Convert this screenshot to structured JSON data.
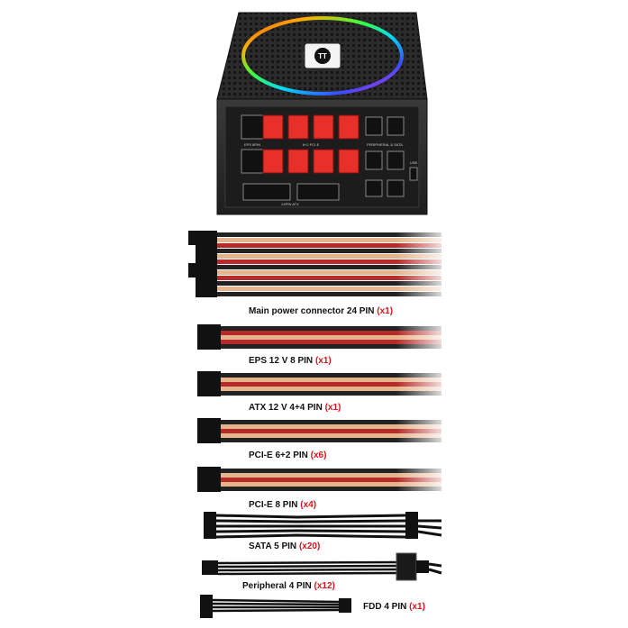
{
  "colors": {
    "accent": "#d8141a",
    "psu_body": "#2a2a2a",
    "connector_red": "#e8302a",
    "wire_dark": "#222222",
    "wire_red": "#b72a2a",
    "wire_tan": "#e6b48c"
  },
  "psu": {
    "logo": "TT",
    "panel_labels": [
      "EPS 8PIN",
      "6+2 PCI-E",
      "PERIPHERAL & SATA",
      "24PIN ATX",
      "USB"
    ]
  },
  "cables": [
    {
      "name": "Main power connector 24 PIN",
      "qty": "(x1)"
    },
    {
      "name": "EPS 12 V 8 PIN",
      "qty": "(x1)"
    },
    {
      "name": "ATX 12 V 4+4 PIN",
      "qty": "(x1)"
    },
    {
      "name": "PCI-E 6+2 PIN",
      "qty": "(x6)"
    },
    {
      "name": "PCI-E 8 PIN",
      "qty": "(x4)"
    },
    {
      "name": "SATA 5 PIN",
      "qty": "(x20)"
    },
    {
      "name": "Peripheral 4 PIN",
      "qty": "(x12)"
    },
    {
      "name": "FDD 4 PIN",
      "qty": "(x1)"
    }
  ]
}
